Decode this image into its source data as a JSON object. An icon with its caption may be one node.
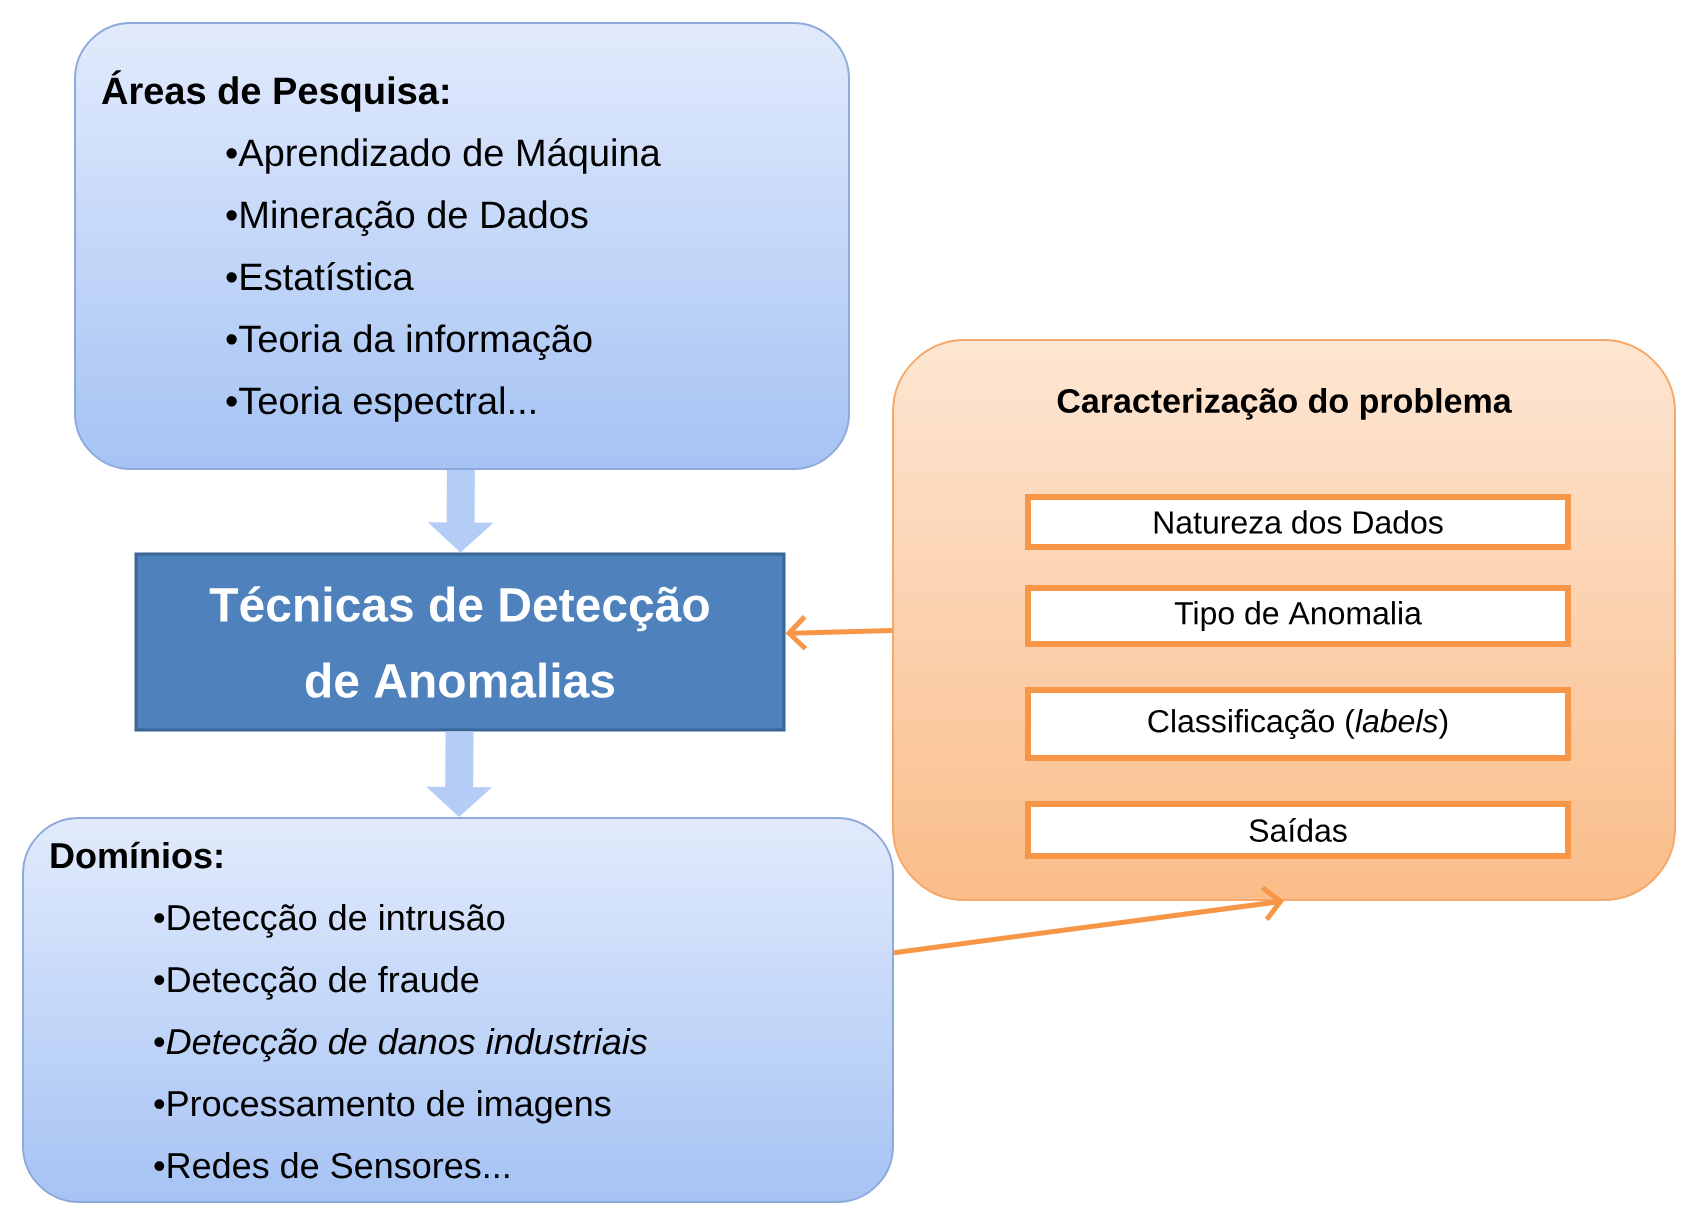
{
  "diagram": {
    "nodes": [
      {
        "text": [
          "Áreas de Pesquisa:",
          "•Aprendizado de  Máquina",
          "•Mineração de Dados",
          "•Estatística",
          "•Teoria da informação",
          "•Teoria espectral..."
        ]
      },
      {
        "text": [
          "Técnicas de Detecção de Anomalias"
        ]
      },
      {
        "text": [
          "Domínios:",
          "•Detecção de intrusão",
          "•Detecção de fraude",
          "•*Detecção de danos industriais*",
          "•Processamento de imagens",
          "•Redes de Sensores..."
        ]
      },
      {
        "text": [
          "Caracterização do problema"
        ]
      },
      {
        "text": [
          "Natureza dos Dados"
        ],
        "in": 3
      },
      {
        "text": [
          "Tipo de Anomalia"
        ],
        "in": 3
      },
      {
        "text": [
          "Classificação (*labels*)"
        ],
        "in": 3
      },
      {
        "text": [
          "Saídas"
        ],
        "in": 3
      }
    ],
    "edges": [
      {
        "from": 0,
        "to": 1,
        "arrow": "to",
        "style": "thick"
      },
      {
        "from": 1,
        "to": 2,
        "arrow": "to",
        "style": "thick"
      },
      {
        "from": 3,
        "to": 1,
        "arrow": "to",
        "color": "#f79646"
      },
      {
        "from": 2,
        "to": 3,
        "arrow": "to",
        "color": "#f79646"
      }
    ]
  }
}
